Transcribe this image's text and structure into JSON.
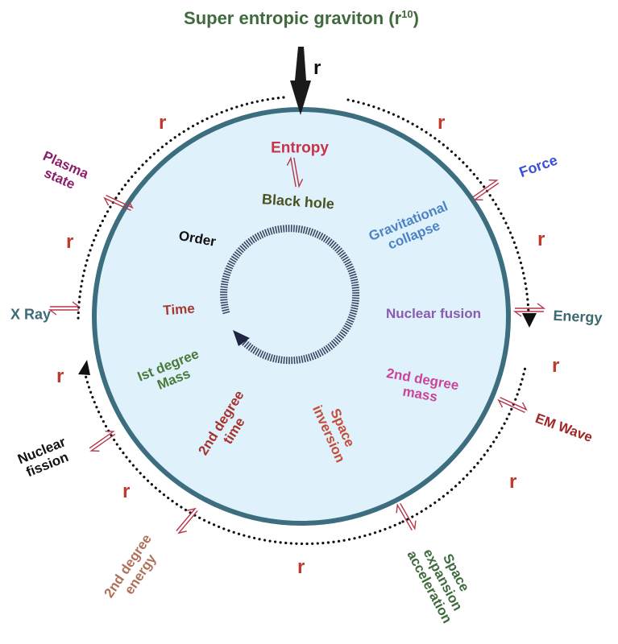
{
  "title": {
    "text": "Super entropic graviton (r",
    "superscript": "10",
    "close": ")",
    "color": "#3f6a3c"
  },
  "colors": {
    "circle_fill": "#dff1fb",
    "circle_stroke": "#3c6e7f",
    "dotted": "#111111",
    "r_label": "#c0392b",
    "arrow_red": "#b5354a"
  },
  "top_arrow_label": "r",
  "r_marker": "r",
  "inner_labels": [
    {
      "id": "entropy",
      "text": [
        "Entropy"
      ],
      "color": "#c8334a"
    },
    {
      "id": "black-hole",
      "text": [
        "Black hole"
      ],
      "color": "#4a5220"
    },
    {
      "id": "order",
      "text": [
        "Order"
      ],
      "color": "#111111"
    },
    {
      "id": "gravitational-collapse",
      "text": [
        "Gravitational",
        "collapse"
      ],
      "color": "#4c83c4"
    },
    {
      "id": "time",
      "text": [
        "Time"
      ],
      "color": "#a63a32"
    },
    {
      "id": "nuclear-fusion",
      "text": [
        "Nuclear fusion"
      ],
      "color": "#8a5ab0"
    },
    {
      "id": "first-degree-mass",
      "text": [
        "Ist degree",
        "Mass"
      ],
      "color": "#4a7a3a"
    },
    {
      "id": "second-degree-mass",
      "text": [
        "2nd degree",
        "mass"
      ],
      "color": "#c9459a"
    },
    {
      "id": "second-degree-time",
      "text": [
        "2nd degree",
        "time"
      ],
      "color": "#a8332e"
    },
    {
      "id": "space-inversion",
      "text": [
        "Space",
        "inversion"
      ],
      "color": "#c44e3a"
    }
  ],
  "outer_labels": [
    {
      "id": "plasma-state",
      "text": [
        "Plasma",
        "state"
      ],
      "color": "#8b1f6a"
    },
    {
      "id": "force",
      "text": [
        "Force"
      ],
      "color": "#3c4fd6"
    },
    {
      "id": "x-ray",
      "text": [
        "X Ray"
      ],
      "color": "#3c6a78"
    },
    {
      "id": "energy",
      "text": [
        "Energy"
      ],
      "color": "#3c6a70"
    },
    {
      "id": "em-wave",
      "text": [
        "EM Wave"
      ],
      "color": "#a02828"
    },
    {
      "id": "nuclear-fission",
      "text": [
        "Nuclear",
        "fission"
      ],
      "color": "#111111"
    },
    {
      "id": "second-degree-energy",
      "text": [
        "2nd degree",
        "energy"
      ],
      "color": "#b0705a"
    },
    {
      "id": "space-expansion-acceleration",
      "text": [
        "Space",
        "expansion",
        "acceleration"
      ],
      "color": "#3f6a3c"
    }
  ]
}
